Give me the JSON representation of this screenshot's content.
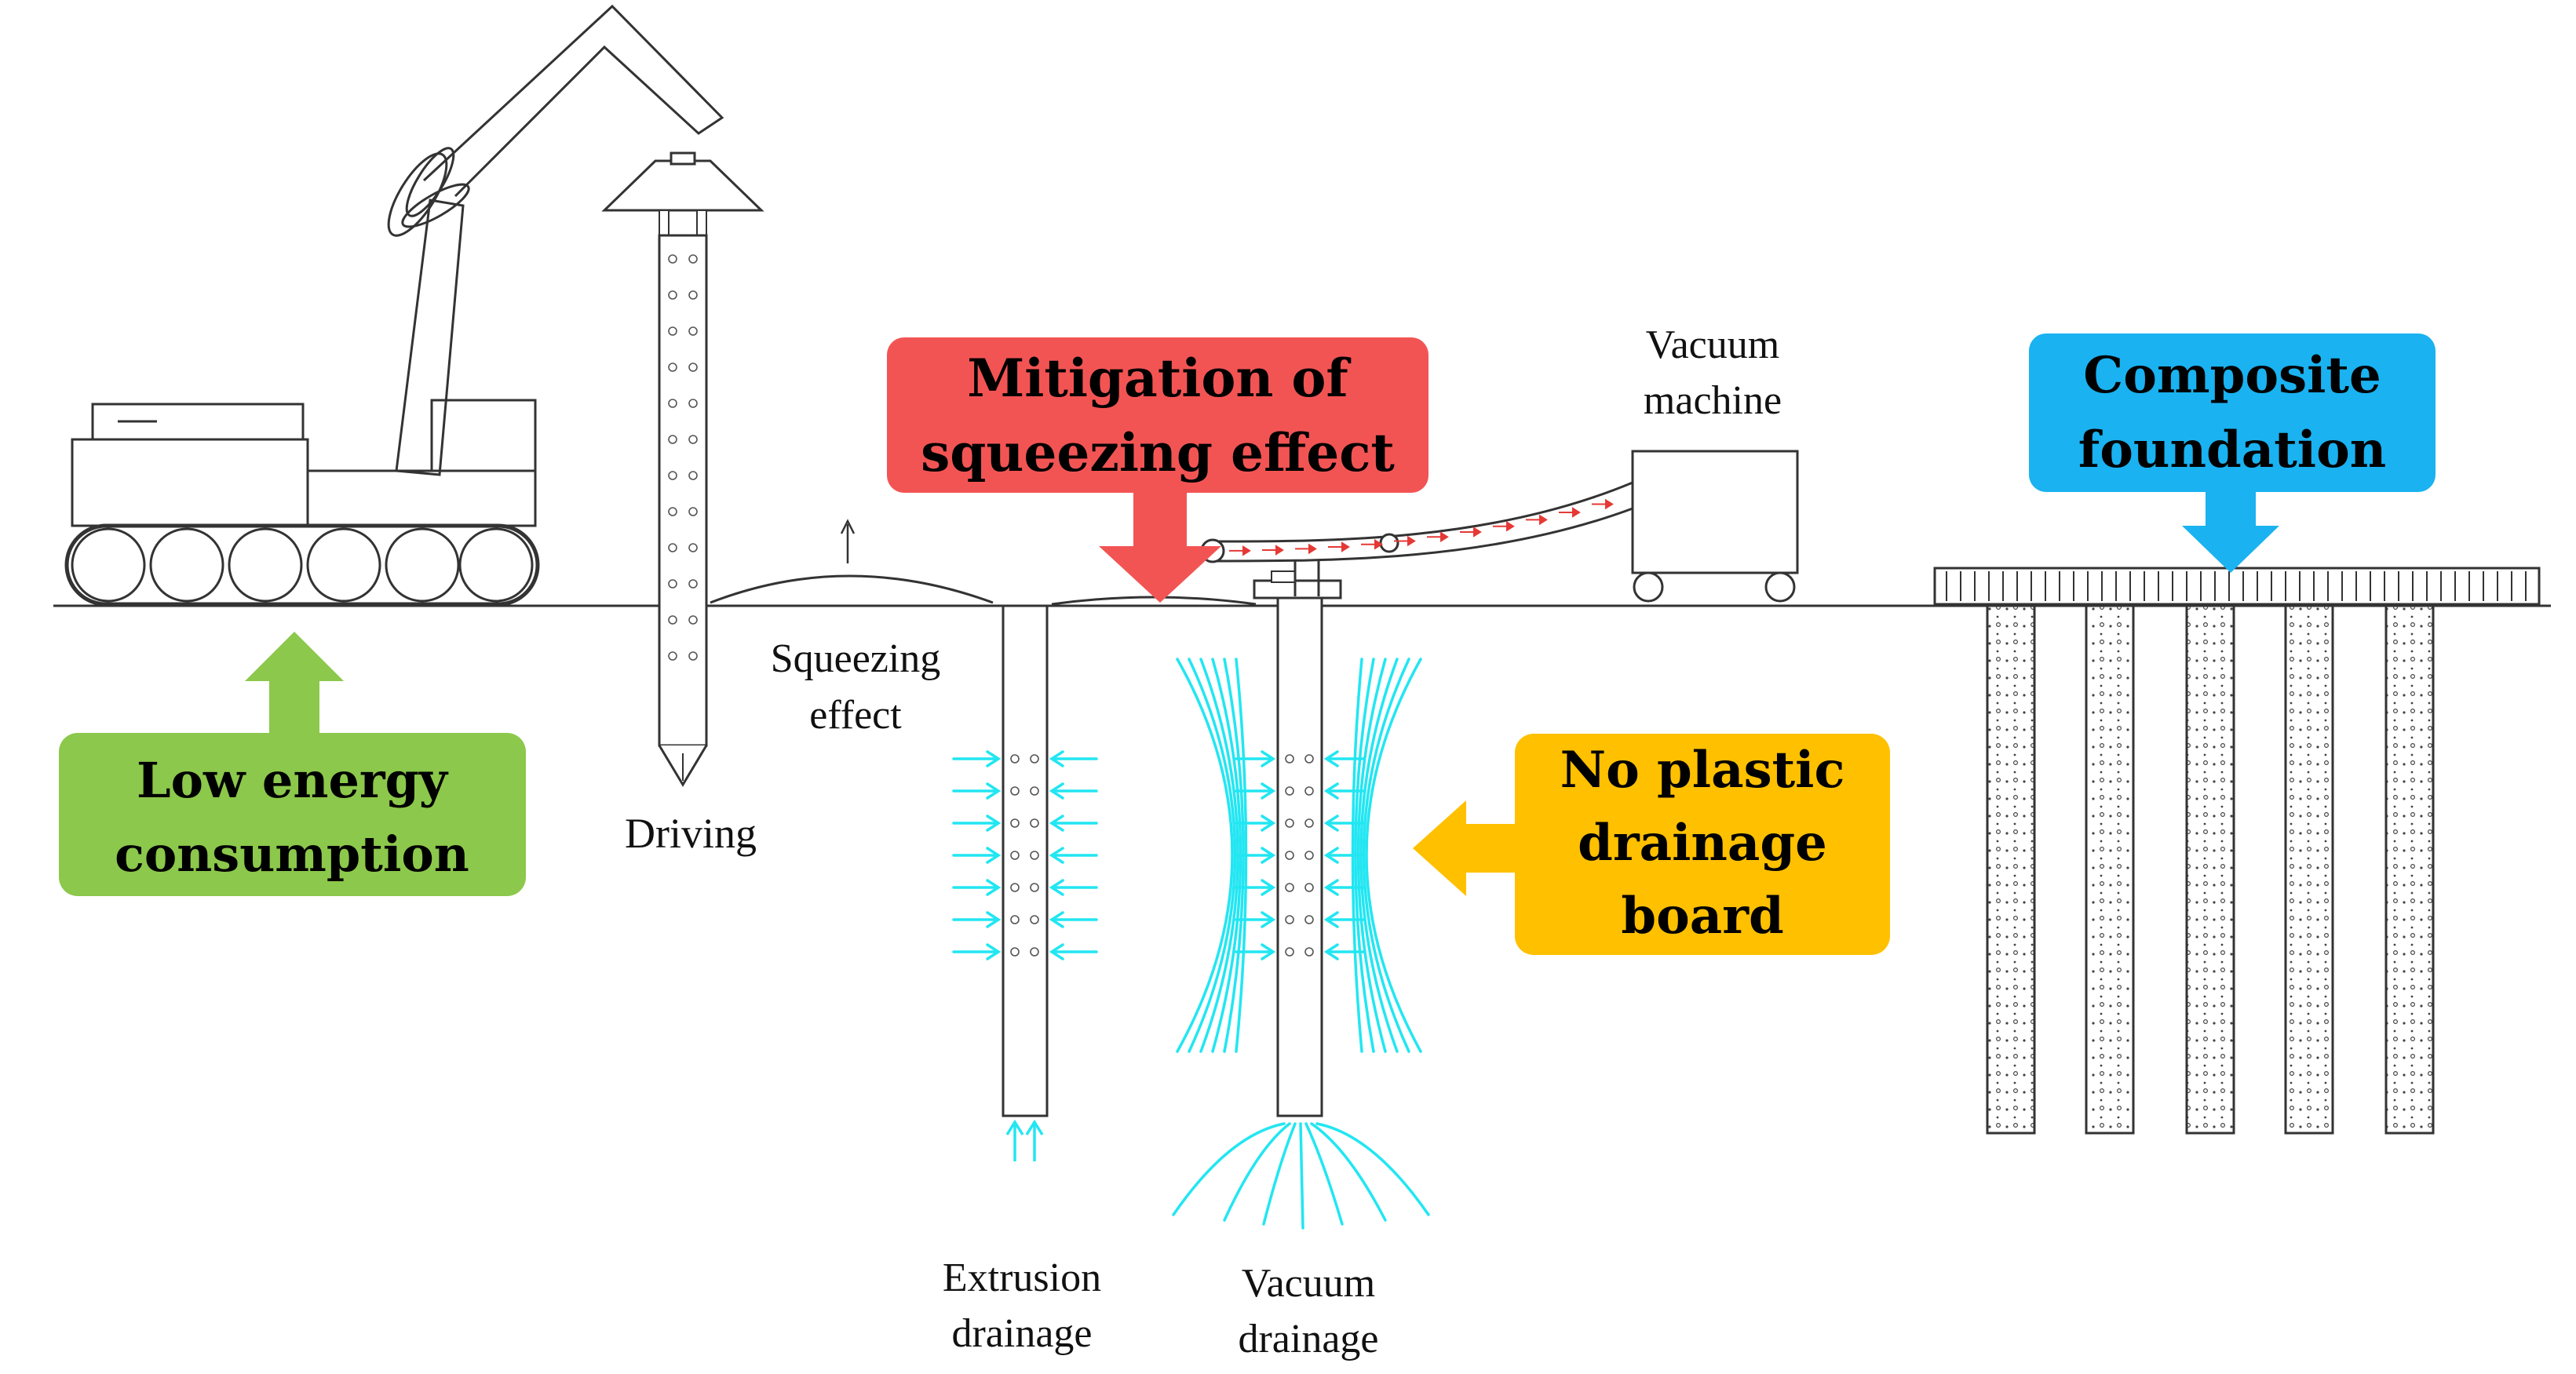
{
  "boxes": {
    "low_energy": {
      "line1": "Low energy",
      "line2": "consumption",
      "color": "#8cc84b"
    },
    "mitigation": {
      "line1": "Mitigation of",
      "line2": "squeezing effect",
      "color": "#f25454"
    },
    "no_plastic": {
      "line1": "No plastic",
      "line2": "drainage",
      "line3": "board",
      "color": "#ffc000"
    },
    "composite": {
      "line1": "Composite",
      "line2": "foundation",
      "color": "#1ab2f0"
    }
  },
  "labels": {
    "driving": "Driving",
    "squeezing_line1": "Squeezing",
    "squeezing_line2": "effect",
    "vacuum_machine_line1": "Vacuum",
    "vacuum_machine_line2": "machine",
    "extrusion_line1": "Extrusion",
    "extrusion_line2": "drainage",
    "vacuum_drainage_line1": "Vacuum",
    "vacuum_drainage_line2": "drainage"
  },
  "colors": {
    "flow": "#22e6f2",
    "outline": "#333333",
    "vacuum_arrows": "#e53935"
  }
}
